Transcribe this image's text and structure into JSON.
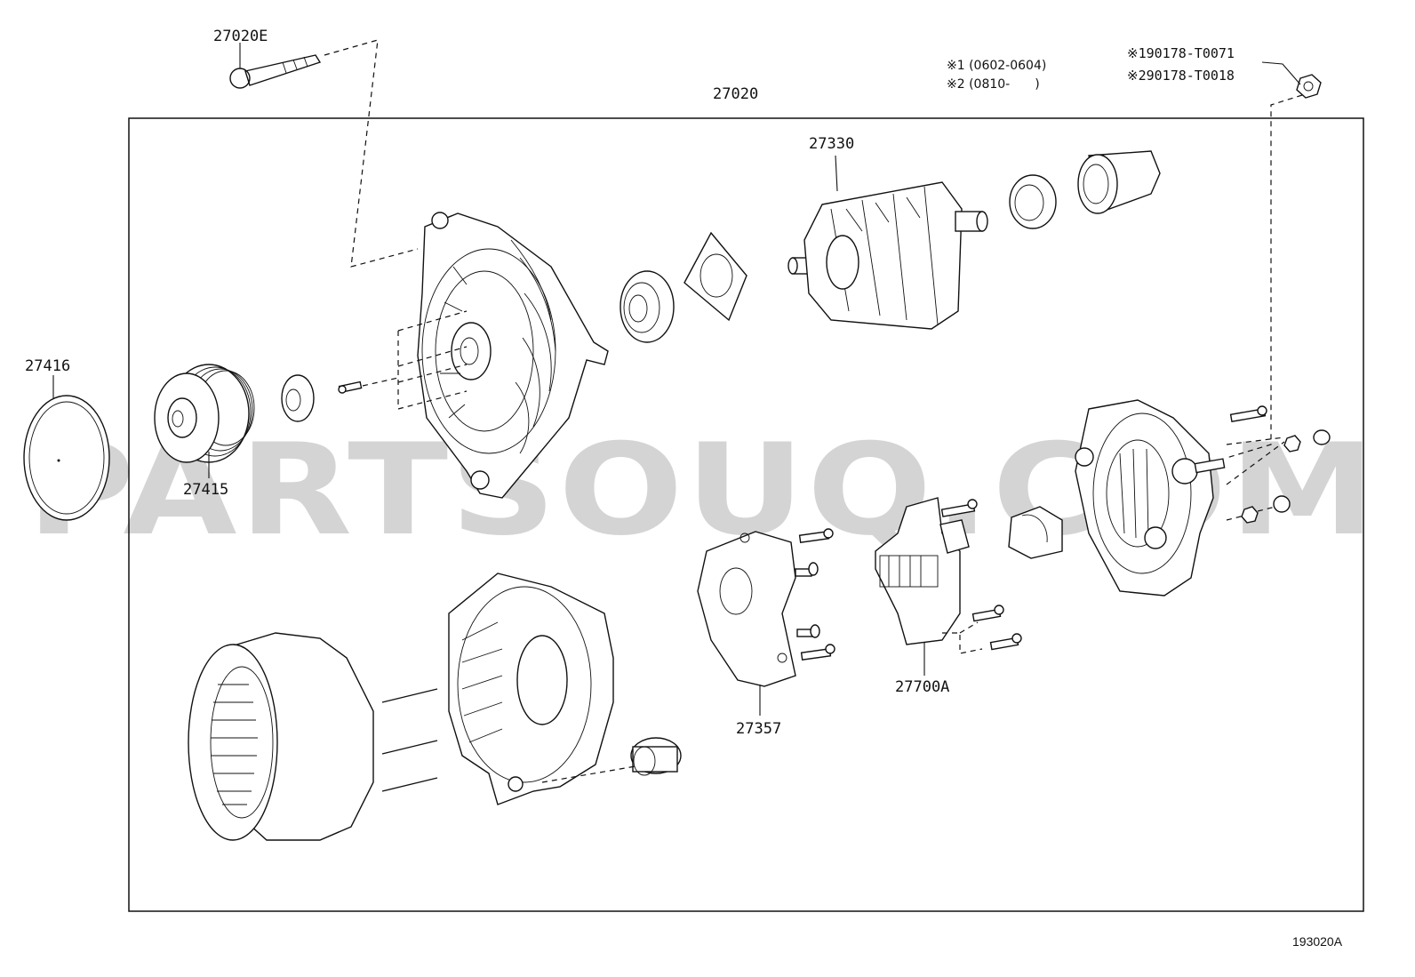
{
  "watermark": "PARTSOUQ.COM",
  "figure_id": "193020A",
  "notes": {
    "line1": "※1 (0602-0604)",
    "line2": "※2 (0810-　　)"
  },
  "refs": {
    "line1": "※190178-T0071",
    "line2": "※290178-T0018"
  },
  "parts": [
    {
      "id": "27020E",
      "label": "27020E"
    },
    {
      "id": "27020",
      "label": "27020"
    },
    {
      "id": "27330",
      "label": "27330"
    },
    {
      "id": "27416",
      "label": "27416"
    },
    {
      "id": "27415",
      "label": "27415"
    },
    {
      "id": "27357",
      "label": "27357"
    },
    {
      "id": "27700A",
      "label": "27700A"
    }
  ]
}
